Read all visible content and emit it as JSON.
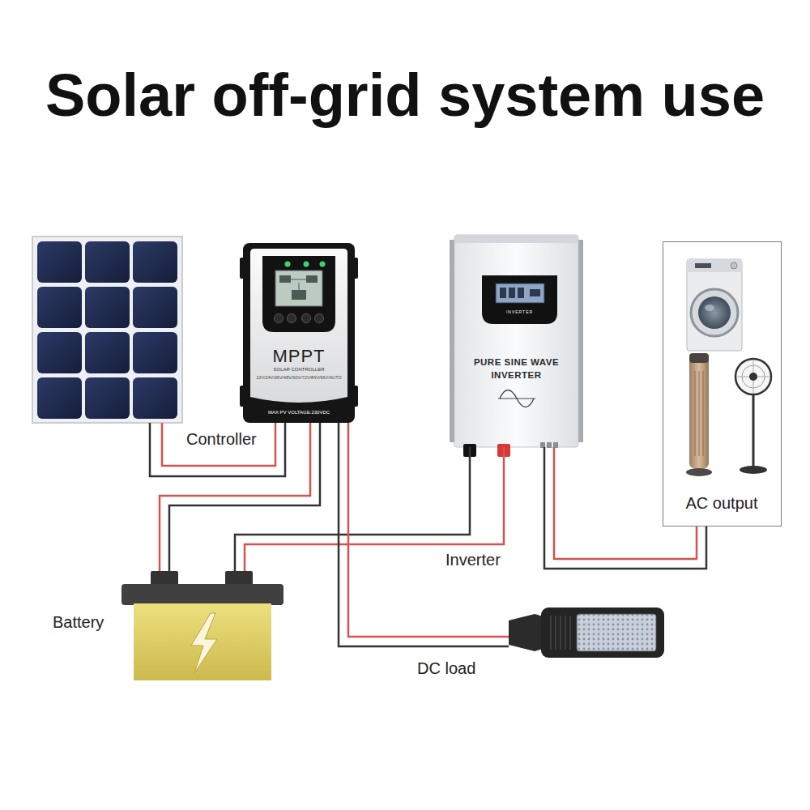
{
  "diagram": {
    "title": "Solar off-grid system use",
    "nodes": [
      {
        "text": [
          "MPPT",
          "SOLAR CONTROLLER",
          "12V/24V/36V/48V/60V/72V/84V/96V/AUTO",
          "MAX PV VOLTAGE:230VDC"
        ]
      },
      {
        "text": [
          "INVERTER",
          "PURE SINE WAVE INVERTER"
        ]
      },
      {
        "text": [
          "AC output"
        ]
      },
      {
        "text": [
          "Battery"
        ]
      },
      {
        "text": [
          "DC load"
        ]
      }
    ],
    "edges": [
      {
        "from": 0,
        "to": 3,
        "arrow": "none"
      },
      {
        "from": 3,
        "to": 1,
        "label": "Inverter",
        "arrow": "none"
      },
      {
        "from": 0,
        "to": 4,
        "arrow": "none"
      },
      {
        "from": 1,
        "to": 2,
        "arrow": "none"
      }
    ],
    "labels": [
      "Controller"
    ]
  }
}
